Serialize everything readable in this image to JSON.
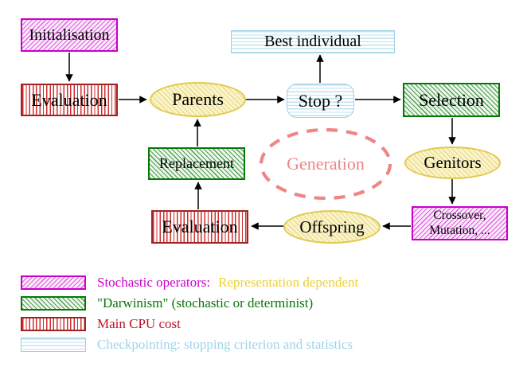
{
  "diagram": {
    "title": "evolutionary-algorithm-flowchart",
    "nodes": {
      "initialisation": {
        "label": "Initialisation",
        "style": "magenta-diagonal-hatch"
      },
      "evaluation_top": {
        "label": "Evaluation",
        "style": "red-vertical-stripes"
      },
      "parents": {
        "label": "Parents",
        "style": "yellow-diagonal-hatch-ellipse"
      },
      "best_individual": {
        "label": "Best individual",
        "style": "cyan-horizontal-stripes"
      },
      "stop": {
        "label": "Stop ?",
        "style": "cyan-horizontal-stripes-rounded"
      },
      "selection": {
        "label": "Selection",
        "style": "green-diagonal-hatch"
      },
      "replacement": {
        "label": "Replacement",
        "style": "green-diagonal-hatch"
      },
      "generation": {
        "label": "Generation",
        "style": "salmon-dashed-ellipse"
      },
      "genitors": {
        "label": "Genitors",
        "style": "yellow-diagonal-hatch-ellipse"
      },
      "evaluation_bottom": {
        "label": "Evaluation",
        "style": "red-vertical-stripes"
      },
      "offspring": {
        "label": "Offspring",
        "style": "yellow-diagonal-hatch-ellipse"
      },
      "crossover_mutation": {
        "label_line1": "Crossover,",
        "label_line2": "Mutation, ...",
        "style": "magenta-diagonal-hatch"
      }
    },
    "edges": [
      {
        "from": "Initialisation",
        "to": "Evaluation (top)"
      },
      {
        "from": "Evaluation (top)",
        "to": "Parents"
      },
      {
        "from": "Parents",
        "to": "Stop ?"
      },
      {
        "from": "Stop ?",
        "to": "Best individual"
      },
      {
        "from": "Stop ?",
        "to": "Selection"
      },
      {
        "from": "Selection",
        "to": "Genitors"
      },
      {
        "from": "Genitors",
        "to": "Crossover, Mutation, ..."
      },
      {
        "from": "Crossover, Mutation, ...",
        "to": "Offspring"
      },
      {
        "from": "Offspring",
        "to": "Evaluation (bottom)"
      },
      {
        "from": "Evaluation (bottom)",
        "to": "Replacement"
      },
      {
        "from": "Replacement",
        "to": "Parents"
      }
    ],
    "colors": {
      "magenta": "#cc00cc",
      "green": "#067806",
      "red_stripe": "#d03030",
      "red_border": "#9e2424",
      "cyan": "#9ecfe4",
      "yellow": "#e2c94e",
      "salmon": "#ef8585",
      "gold_text": "#eed035",
      "node_text": "#000000",
      "arrow": "#000000",
      "background": "#ffffff"
    }
  },
  "legend": {
    "items": [
      {
        "swatch": "magenta-diagonal-hatch",
        "label": "Stochastic operators:",
        "label2": "Representation dependent",
        "label_color": "#cc00cc",
        "label2_color": "#eed035"
      },
      {
        "swatch": "green-diagonal-hatch",
        "label": "\"Darwinism\" (stochastic or determinist)",
        "label_color": "#067806"
      },
      {
        "swatch": "red-vertical-stripes",
        "label": "Main CPU cost",
        "label_color": "#c01228"
      },
      {
        "swatch": "cyan-horizontal-stripes",
        "label": "Checkpointing: stopping criterion and statistics",
        "label_color": "#9fd3e8"
      }
    ]
  }
}
